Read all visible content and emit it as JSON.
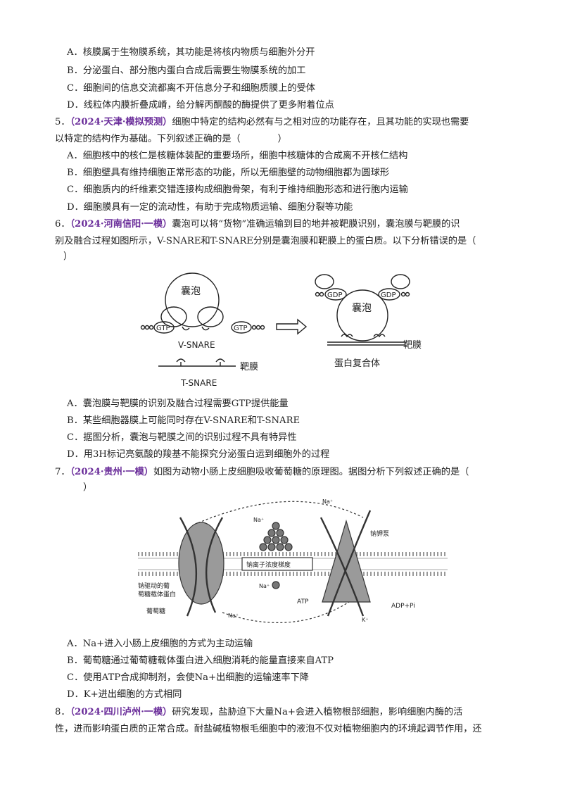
{
  "q4_options": [
    "A．核膜属于生物膜系统，其功能是将核内物质与细胞外分开",
    "B．分泌蛋白、部分胞内蛋白合成后需要生物膜系统的加工",
    "C．细胞间的信息交流都离不开信息分子和细胞质膜上的受体",
    "D．线粒体内膜折叠成嵴，给分解丙酮酸的酶提供了更多附着位点"
  ],
  "q5": {
    "num": "5．",
    "source": "（2024·天津·模拟预测）",
    "stem_1": "细胞中特定的结构必然有与之相对应的功能存在，且其功能的实现也需要",
    "stem_2": "以特定的结构作为基础。下列叙述正确的是（　　　　）",
    "options": [
      "A．细胞核中的核仁是核糖体装配的重要场所，细胞中核糖体的合成离不开核仁结构",
      "B．细胞壁具有维持细胞正常形态的功能，所以无细胞壁的动物细胞都为圆球形",
      "C．细胞质内的纤维素交错连接构成细胞骨架，有利于维持细胞形态和进行胞内运输",
      "D．细胞膜具有一定的流动性，有助于完成物质运输、细胞分裂等功能"
    ]
  },
  "q6": {
    "num": "6．",
    "source": "（2024·河南信阳·一模）",
    "stem_1": "囊泡可以将“货物”准确运输到目的地并被靶膜识别，囊泡膜与靶膜的识",
    "stem_2": "别及融合过程如图所示，V-SNARE和T-SNARE分别是囊泡膜和靶膜上的蛋白质。以下分析错误的是（",
    "stem_3": "）",
    "figure": {
      "vesicle": "囊泡",
      "gtp": "GTP",
      "gdp": "GDP",
      "v_snare": "V-SNARE",
      "t_snare": "T-SNARE",
      "target_membrane": "靶膜",
      "protein_complex": "蛋白复合体"
    },
    "options": [
      "A．囊泡膜与靶膜的识别及融合过程需要GTP提供能量",
      "B．某些细胞器膜上可能同时存在V-SNARE和T-SNARE",
      "C．据图分析，囊泡与靶膜之间的识别过程不具有特异性",
      "D．用3H标记亮氨酸的羧基不能探究分泌蛋白运到细胞外的过程"
    ]
  },
  "q7": {
    "num": "7．",
    "source": "（2024·贵州·一模）",
    "stem_1": "如图为动物小肠上皮细胞吸收葡萄糖的原理图。据图分析下列叙述正确的是（",
    "stem_2": "）",
    "figure": {
      "na": "Na⁺",
      "gradient": "钠离子浓度梯度",
      "pump": "钠钾泵",
      "carrier_1": "钠驱动的葡",
      "carrier_2": "萄糖载体蛋白",
      "glucose": "葡萄糖",
      "atp": "ATP",
      "adp": "ADP+Pi",
      "k": "K⁺"
    },
    "options": [
      "A．Na+进入小肠上皮细胞的方式为主动运输",
      "B．葡萄糖通过葡萄糖载体蛋白进入细胞消耗的能量直接来自ATP",
      "C．使用ATP合成抑制剂，会使Na+出细胞的运输速率下降",
      "D．K+进出细胞的方式相同"
    ]
  },
  "q8": {
    "num": "8．",
    "source": "（2024·四川泸州·一模）",
    "stem_1": "研究发现，盐胁迫下大量Na+会进入植物根部细胞，影响细胞内酶的活",
    "stem_2": "性，进而影响蛋白质的正常合成。耐盐碱植物根毛细胞中的液泡不仅对植物细胞内的环境起调节作用，还"
  }
}
